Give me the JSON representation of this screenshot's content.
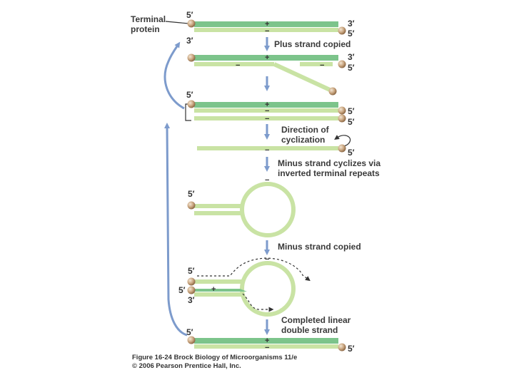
{
  "labels": {
    "terminal_protein": [
      "Terminal",
      "protein"
    ],
    "plus_strand_copied": "Plus strand copied",
    "direction_of_cyclization": [
      "Direction of",
      "cyclization"
    ],
    "minus_strand_cyclizes": [
      "Minus strand cyclizes via",
      "inverted terminal repeats"
    ],
    "minus_strand_copied": "Minus strand copied",
    "completed_linear": [
      "Completed linear",
      "double strand"
    ]
  },
  "strand_signs": {
    "plus": "+",
    "minus": "−"
  },
  "ends": {
    "five_prime": "5′",
    "three_prime": "3′"
  },
  "caption": {
    "figure": "Figure 16-24 Brock Biology of Microorganisms 11/e",
    "copyright": "© 2006 Pearson Prentice Hall, Inc."
  },
  "colors": {
    "plus_strand": "#7cc48b",
    "minus_strand": "#c9e3a4",
    "terminal_protein": "#c9a57f",
    "arrow": "#7d9bcc",
    "text": "#333333"
  }
}
